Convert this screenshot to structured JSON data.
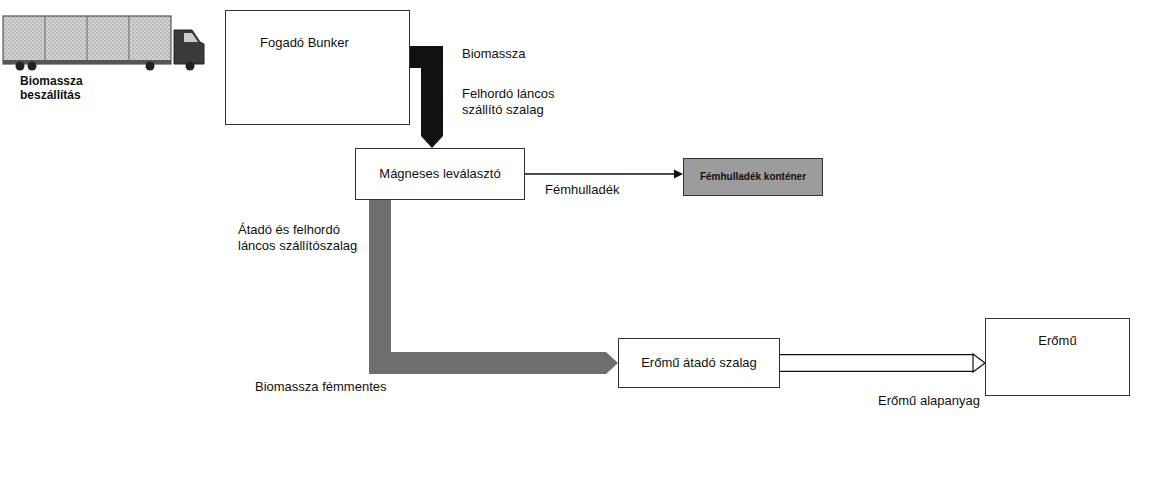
{
  "diagram": {
    "nodes": [
      {
        "text": [
          "Fogadó Bunker"
        ]
      },
      {
        "text": [
          "Mágneses leválasztó"
        ]
      },
      {
        "text": [
          "Fémhulladék konténer"
        ]
      },
      {
        "text": [
          "Erőmű átadó szalag"
        ]
      },
      {
        "text": [
          "Erőmű"
        ]
      }
    ],
    "edges": [
      {
        "from": 0,
        "to": 1,
        "arrow": "to",
        "label": "Biomassza"
      },
      {
        "from": 1,
        "to": 2,
        "arrow": "to",
        "label": "Fémhulladék"
      },
      {
        "from": 1,
        "to": 3,
        "arrow": "to",
        "label": "Biomassza fémmentes"
      },
      {
        "from": 3,
        "to": 4,
        "arrow": "to",
        "label": "Erőmű alapanyag"
      }
    ],
    "labels": [
      "Biomassza beszállítás",
      "Felhordó láncos szállító szalag",
      "Átadó és felhordó láncos szállítószalag"
    ]
  }
}
